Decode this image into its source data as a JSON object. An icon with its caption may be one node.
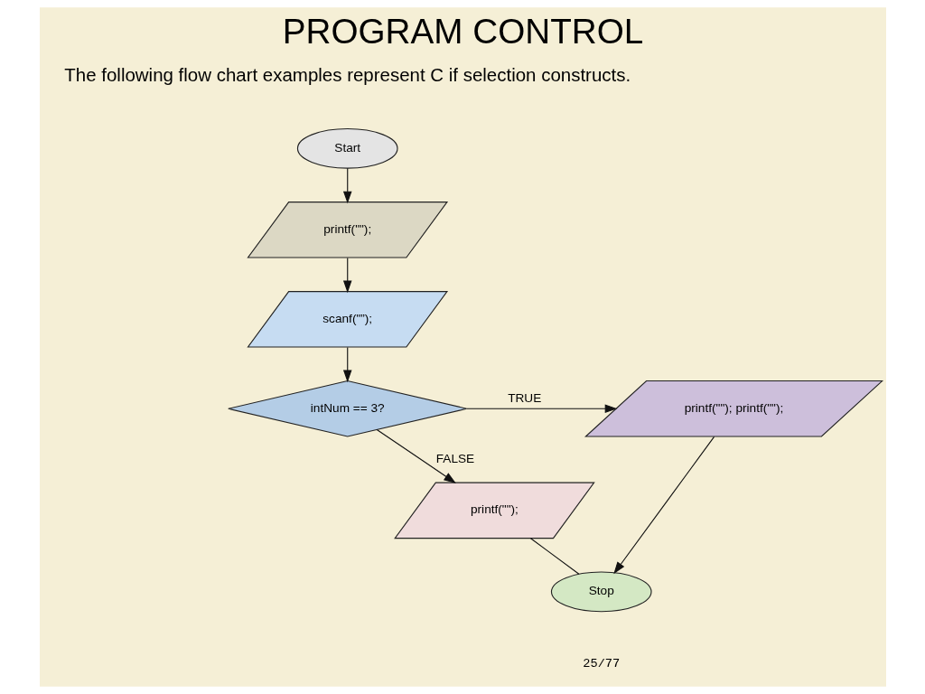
{
  "diagram": {
    "title": "PROGRAM CONTROL",
    "nodes": [
      {
        "text": [
          "Start"
        ]
      },
      {
        "text": [
          "printf(\"\");"
        ]
      },
      {
        "text": [
          "scanf(\"”);"
        ]
      },
      {
        "text": [
          "intNum == 3?"
        ]
      },
      {
        "text": [
          "printf(\"\"); printf(\"\");"
        ]
      },
      {
        "text": [
          "printf(\"\");"
        ]
      },
      {
        "text": [
          "Stop"
        ]
      }
    ],
    "edges": [
      {
        "from": 0,
        "to": 1,
        "arrow": "to"
      },
      {
        "from": 1,
        "to": 2,
        "arrow": "to"
      },
      {
        "from": 2,
        "to": 3,
        "arrow": "to"
      },
      {
        "from": 3,
        "to": 4,
        "arrow": "to",
        "label": "TRUE"
      },
      {
        "from": 3,
        "to": 5,
        "arrow": "to",
        "label": "FALSE"
      },
      {
        "from": 5,
        "to": 6,
        "arrow": "none"
      },
      {
        "from": 4,
        "to": 6,
        "arrow": "to"
      }
    ],
    "labels": [
      "The following flow chart examples represent C if selection constructs.",
      "25/77"
    ]
  }
}
